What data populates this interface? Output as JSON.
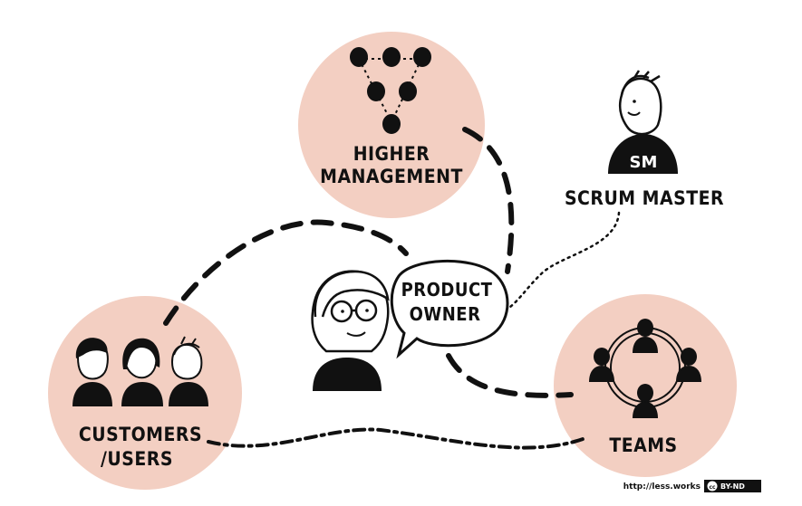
{
  "colors": {
    "circle_fill": "#f3cfc2",
    "ink": "#111111",
    "background": "#ffffff"
  },
  "nodes": {
    "higher_management": {
      "line1": "HIGHER",
      "line2": "MANAGEMENT"
    },
    "scrum_master": {
      "label": "SCRUM MASTER",
      "shirt_text": "SM"
    },
    "product_owner": {
      "line1": "PRODUCT",
      "line2": "OWNER"
    },
    "customers": {
      "line1": "CUSTOMERS",
      "line2": "/USERS"
    },
    "teams": {
      "label": "TEAMS"
    }
  },
  "footer": {
    "url": "http://less.works",
    "cc_symbol": "cc",
    "license": "BY-ND"
  },
  "icons": [
    "people-hierarchy-icon",
    "scrum-master-person-icon",
    "product-owner-person-icon",
    "customers-people-icon",
    "teams-circle-icon",
    "speech-bubble-icon",
    "creative-commons-icon"
  ]
}
